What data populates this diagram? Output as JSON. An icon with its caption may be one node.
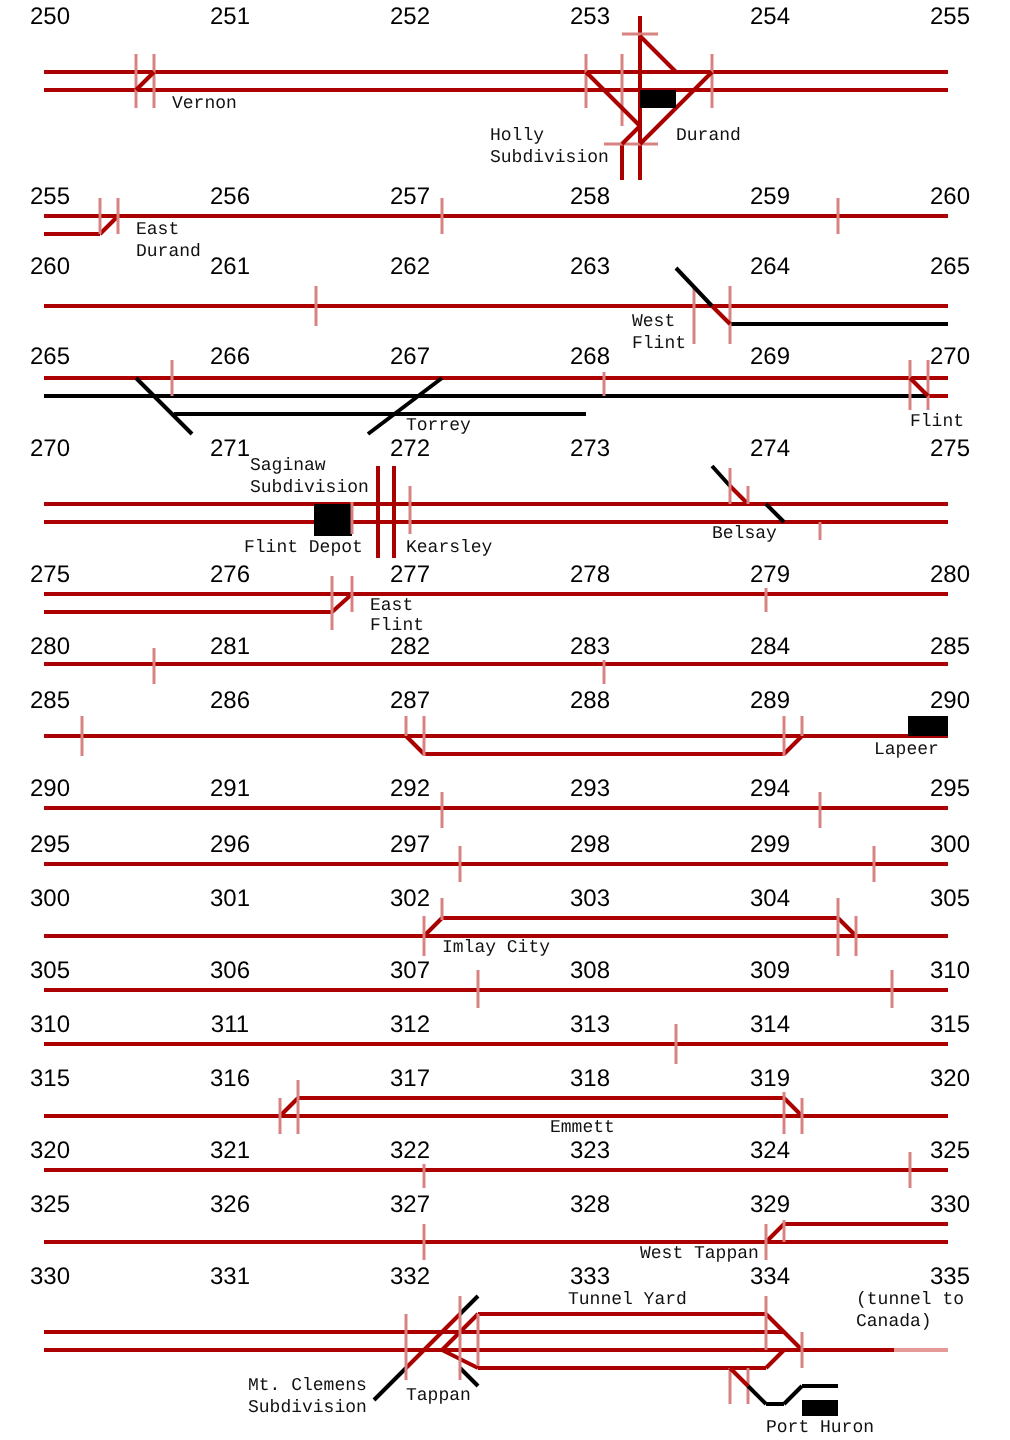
{
  "diagram": {
    "labels": [
      "250",
      "251",
      "252",
      "253",
      "254",
      "255",
      "Vernon",
      "Holly Subdivision",
      "Durand",
      "255",
      "256",
      "257",
      "258",
      "259",
      "260",
      "East Durand",
      "260",
      "261",
      "262",
      "263",
      "264",
      "265",
      "West Flint",
      "265",
      "266",
      "267",
      "268",
      "269",
      "270",
      "Torrey",
      "Flint",
      "270",
      "271",
      "272",
      "273",
      "274",
      "275",
      "Saginaw Subdivision",
      "Belsay",
      "Flint Depot",
      "Kearsley",
      "275",
      "276",
      "277",
      "278",
      "279",
      "280",
      "East Flint",
      "280",
      "281",
      "282",
      "283",
      "284",
      "285",
      "285",
      "286",
      "287",
      "288",
      "289",
      "290",
      "Lapeer",
      "290",
      "291",
      "292",
      "293",
      "294",
      "295",
      "295",
      "296",
      "297",
      "298",
      "299",
      "300",
      "300",
      "301",
      "302",
      "303",
      "304",
      "305",
      "Imlay City",
      "305",
      "306",
      "307",
      "308",
      "309",
      "310",
      "310",
      "311",
      "312",
      "313",
      "314",
      "315",
      "315",
      "316",
      "317",
      "318",
      "319",
      "320",
      "Emmett",
      "320",
      "321",
      "322",
      "323",
      "324",
      "325",
      "325",
      "326",
      "327",
      "328",
      "329",
      "330",
      "West Tappan",
      "330",
      "331",
      "332",
      "333",
      "334",
      "335",
      "(tunnel to Canada)",
      "Tunnel Yard",
      "Mt. Clemens Subdivision",
      "Tappan",
      "Port Huron"
    ]
  }
}
